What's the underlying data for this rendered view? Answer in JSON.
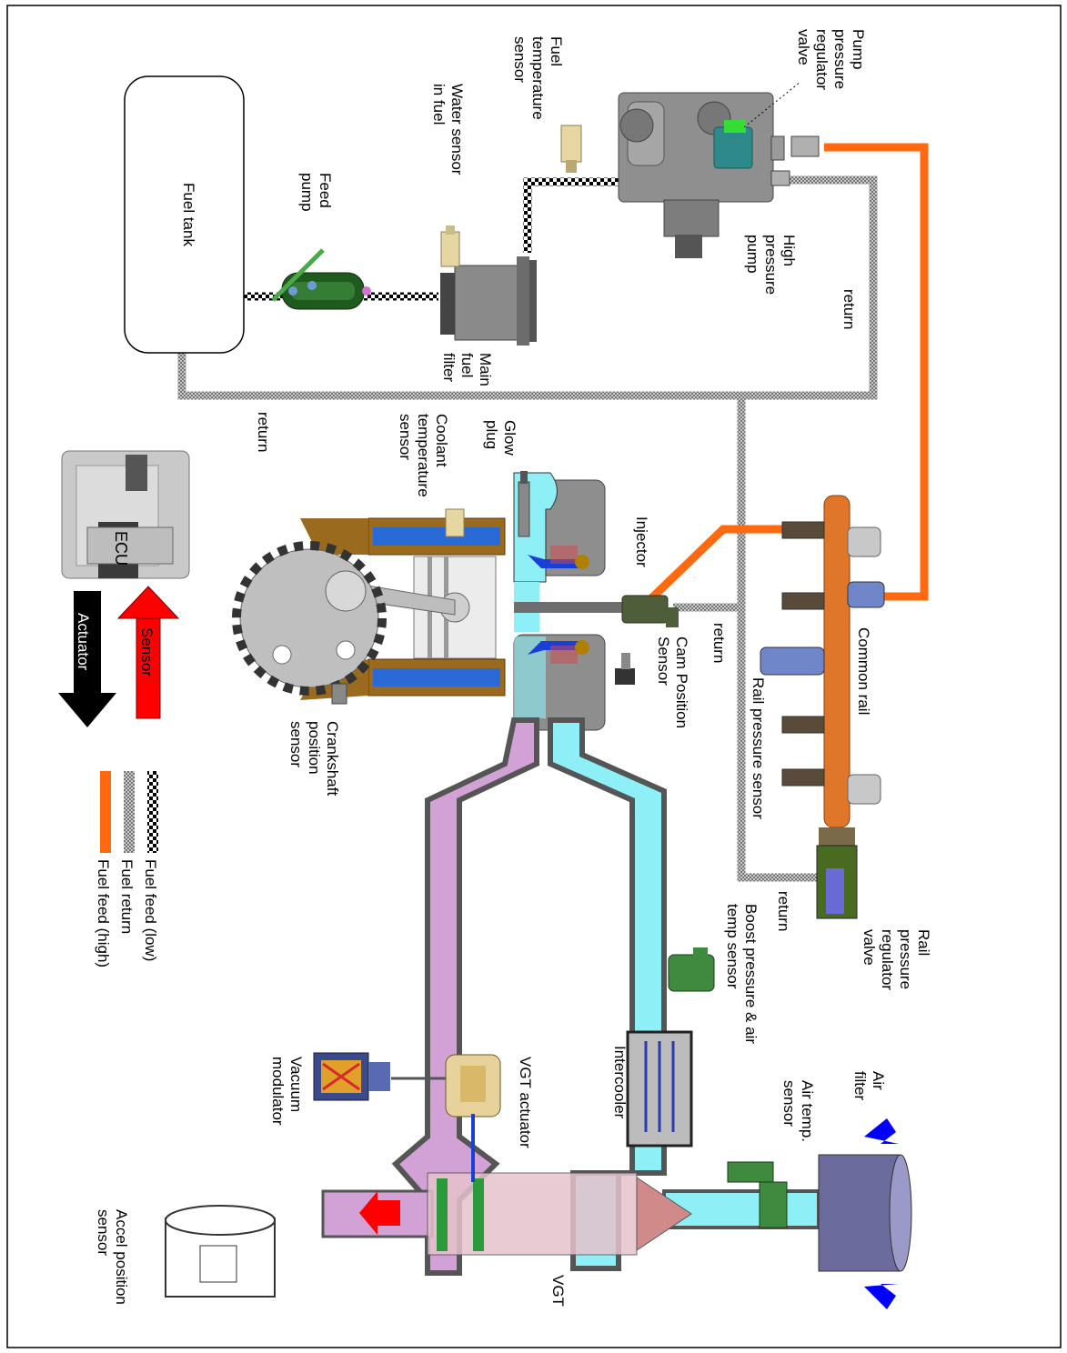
{
  "labels": {
    "fuel_tank": "Fuel tank",
    "feed_pump": [
      "Feed",
      "pump"
    ],
    "water_sensor": [
      "Water sensor",
      "in fuel"
    ],
    "fuel_temp_sensor": [
      "Fuel",
      "temperature",
      "sensor"
    ],
    "pump_pressure_regulator": [
      "Pump",
      "pressure",
      "regulator",
      "valve"
    ],
    "high_pressure_pump": [
      "High",
      "pressure",
      "pump"
    ],
    "main_fuel_filter": [
      "Main",
      "fuel",
      "filter"
    ],
    "return_top": "return",
    "return_left": "return",
    "return_mid": "return",
    "return_rail": "return",
    "glow_plug": [
      "Glow",
      "plug"
    ],
    "coolant_temp_sensor": [
      "Coolant",
      "temperature",
      "sensor"
    ],
    "injector": "Injector",
    "common_rail": "Common rail",
    "rail_pressure_sensor": "Rail pressure sensor",
    "rail_pressure_regulator": [
      "Rail",
      "pressure",
      "regulator",
      "valve"
    ],
    "cam_position_sensor": [
      "Cam Position",
      "Sensor"
    ],
    "crankshaft_sensor": [
      "Crankshaft",
      "position",
      "sensor"
    ],
    "ecu": "ECU",
    "sensor_arrow": "Sensor",
    "actuator_arrow": "Actuator",
    "boost_sensor": [
      "Boost pressure & air",
      "temp sensor"
    ],
    "intercooler": "Intercooler",
    "vgt_actuator": "VGT actuator",
    "vacuum_modulator": [
      "Vacuum",
      "modulator"
    ],
    "air_filter": [
      "Air",
      "filter"
    ],
    "air_temp_sensor": [
      "Air temp.",
      "sensor"
    ],
    "vgt": "VGT",
    "accel_sensor": [
      "Accel position",
      "sensor"
    ]
  },
  "legend": [
    {
      "label": "Fuel feed (low)",
      "style": "checker"
    },
    {
      "label": "Fuel return",
      "style": "grey"
    },
    {
      "label": "Fuel feed (high)",
      "style": "orange"
    }
  ],
  "colors": {
    "high_pressure": "#ff6a10",
    "return_line": "#9a9a9a",
    "intake_air": "#8ef0f6",
    "exhaust": "#d2a2d6",
    "sensor_arrow": "#ff0000",
    "actuator_arrow": "#000000",
    "air_filter": "#6b6b9e",
    "air_arrow": "#0000ff"
  }
}
